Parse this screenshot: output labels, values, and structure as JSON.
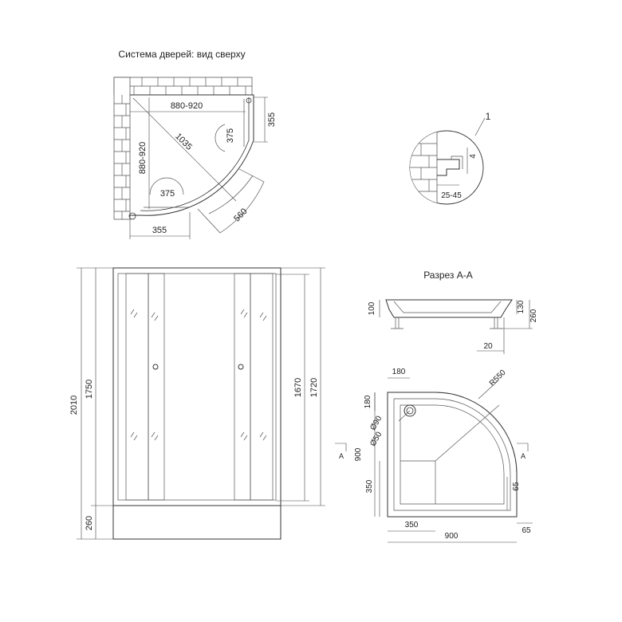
{
  "titles": {
    "top_view": "Система дверей: вид сверху",
    "section": "Разрез А-А"
  },
  "top_view": {
    "width_dim": "880-920",
    "depth_dim": "880-920",
    "diag_dim": "1035",
    "side_dim": "355",
    "bottom_dim": "355",
    "door_arc_top": "375",
    "door_arc_left": "375",
    "swing_dim": "560"
  },
  "detail": {
    "callout": "1",
    "gap_dim": "4",
    "range_dim": "25-45"
  },
  "front": {
    "total_height": "2010",
    "cabin_height": "1750",
    "tray_height": "260",
    "inner_height": "1670",
    "outer_height": "1720"
  },
  "section": {
    "tray_h": "100",
    "rim_h": "130",
    "leg_h": "260",
    "offset": "20"
  },
  "tray_plan": {
    "drain_x": "180",
    "drain_y": "180",
    "radius": "R550",
    "d_outer": "Ø90",
    "d_inner": "Ø50",
    "depth": "900",
    "corner_y": "350",
    "corner_x": "350",
    "width": "900",
    "rim_right": "65",
    "rim_bottom": "65",
    "cut_left": "A",
    "cut_right": "A"
  }
}
